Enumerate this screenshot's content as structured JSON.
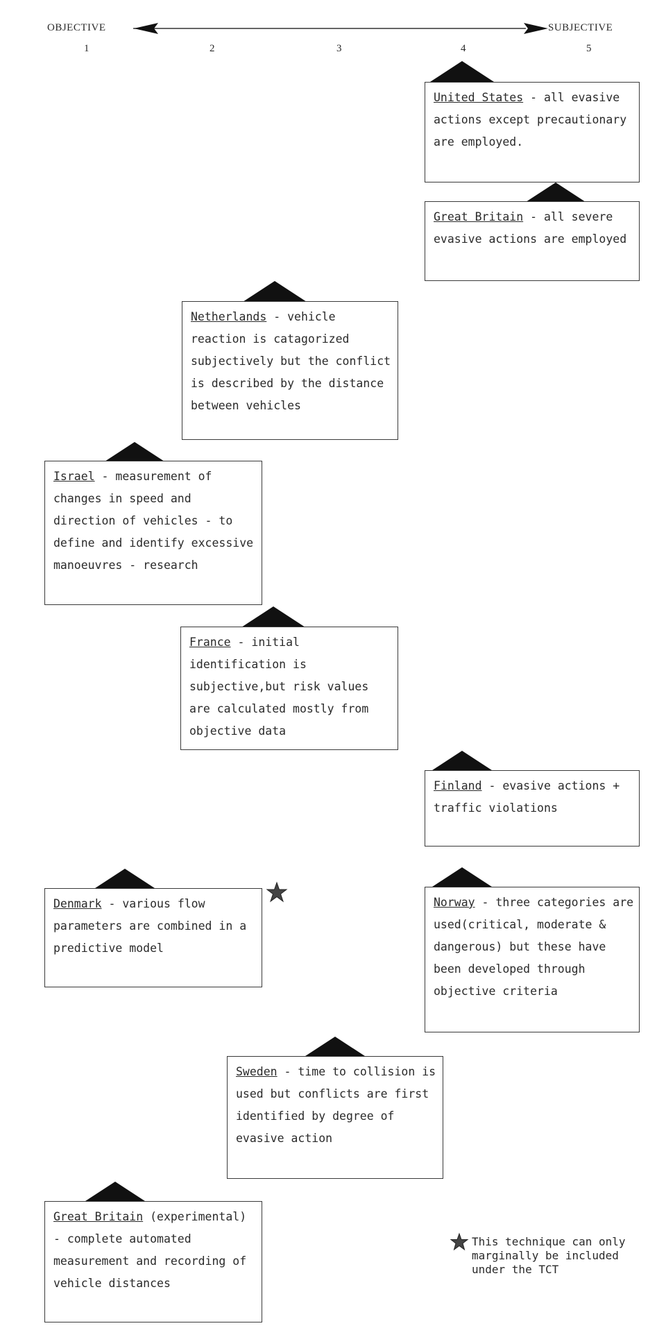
{
  "scale": {
    "left_label": "OBJECTIVE",
    "right_label": "SUBJECTIVE",
    "numbers": [
      "1",
      "2",
      "3",
      "4",
      "5"
    ]
  },
  "countries": [
    {
      "name": "United States",
      "text": " - all evasive actions except precautionary are employed."
    },
    {
      "name": "Great Britain",
      "text": " - all severe evasive actions are employed"
    },
    {
      "name": "Netherlands",
      "text": " - vehicle reaction is catagorized subjectively but the conflict is described by the distance between vehicles"
    },
    {
      "name": "Israel",
      "text": " - measurement of changes in speed and direction of vehicles - to define and identify excessive manoeuvres - research"
    },
    {
      "name": "France",
      "text": " - initial identification is subjective,but risk values are calculated mostly from objective data"
    },
    {
      "name": "Finland",
      "text": " - evasive actions + traffic violations"
    },
    {
      "name": "Denmark",
      "text": " - various flow parameters are combined in a predictive model"
    },
    {
      "name": "Norway",
      "text": " - three categories are used(critical, moderate & dangerous) but these have been developed through objective criteria"
    },
    {
      "name": "Sweden",
      "text": " - time to collision is used but conflicts are first identified by degree of evasive action"
    },
    {
      "name": "Great Britain",
      "text": " (experimental) - complete automated measurement and recording of vehicle distances"
    }
  ],
  "footnote": {
    "text": "This technique can only marginally be included under the TCT"
  }
}
